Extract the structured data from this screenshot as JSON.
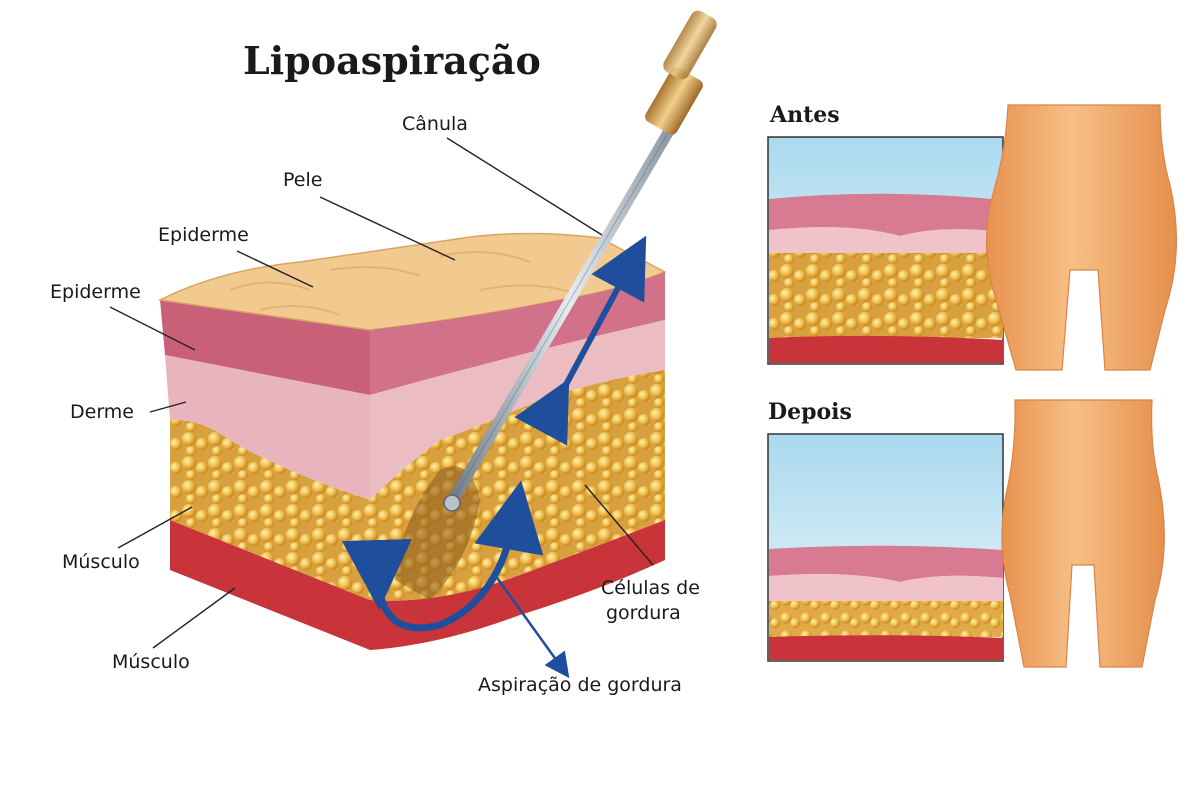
{
  "diagram": {
    "title": "Lipoaspiração",
    "labels": {
      "canula": "Cânula",
      "pele": "Pele",
      "epiderme_top": "Epiderme",
      "epiderme_left": "Epiderme",
      "derme": "Derme",
      "musculo_upper": "Músculo",
      "musculo_lower": "Músculo",
      "celulas_line1": "Células de",
      "celulas_line2": "gordura",
      "aspiracao": "Aspiração de gordura"
    },
    "panels": {
      "before": {
        "title": "Antes",
        "fat_thickness": "thick"
      },
      "after": {
        "title": "Depois",
        "fat_thickness": "thin"
      }
    },
    "colors": {
      "skin_top": "#f2c98f",
      "epidermis": "#c9627a",
      "dermis": "#eab4bd",
      "fat": "#e8b04a",
      "fat_cell": "#f3c75c",
      "muscle": "#c8343a",
      "arrow_blue": "#1f4f9c",
      "sky": "#bfe3f1",
      "body": "#f0ad6a"
    }
  }
}
